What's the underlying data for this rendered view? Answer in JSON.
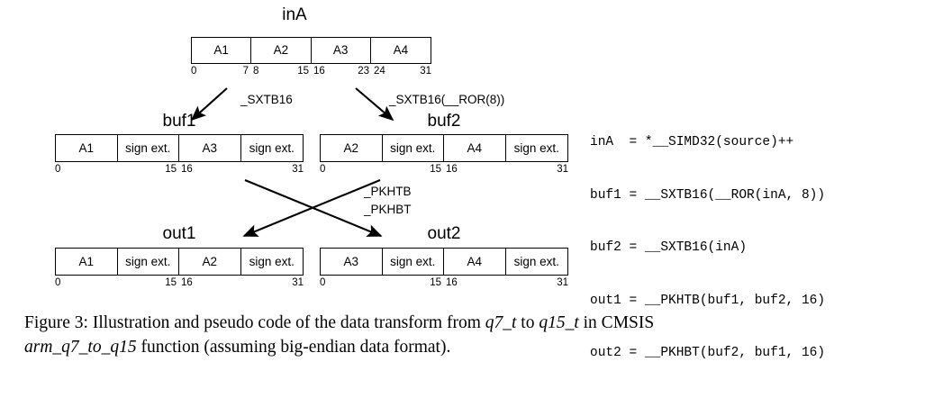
{
  "figure": {
    "registers": [
      {
        "id": "inA",
        "label": "inA",
        "cells": [
          "A1",
          "A2",
          "A3",
          "A4"
        ],
        "ticks": [
          "0",
          "7",
          "8",
          "15",
          "16",
          "23",
          "24",
          "31"
        ]
      },
      {
        "id": "buf1",
        "label": "buf1",
        "cells": [
          "A1",
          "sign ext.",
          "A3",
          "sign ext."
        ],
        "ticks": [
          "0",
          "15",
          "16",
          "31"
        ]
      },
      {
        "id": "buf2",
        "label": "buf2",
        "cells": [
          "A2",
          "sign ext.",
          "A4",
          "sign ext."
        ],
        "ticks": [
          "0",
          "15",
          "16",
          "31"
        ]
      },
      {
        "id": "out1",
        "label": "out1",
        "cells": [
          "A1",
          "sign ext.",
          "A2",
          "sign ext."
        ],
        "ticks": [
          "0",
          "15",
          "16",
          "31"
        ]
      },
      {
        "id": "out2",
        "label": "out2",
        "cells": [
          "A3",
          "sign ext.",
          "A4",
          "sign ext."
        ],
        "ticks": [
          "0",
          "15",
          "16",
          "31"
        ]
      }
    ],
    "arrow_labels": {
      "sxtb16": "_SXTB16",
      "sxtb16_ror": "_SXTB16(__ROR(8))",
      "pkhtb": "_PKHTB",
      "pkhbt": "_PKHBT"
    }
  },
  "code": {
    "lines": [
      "inA  = *__SIMD32(source)++",
      "buf1 = __SXTB16(__ROR(inA, 8))",
      "buf2 = __SXTB16(inA)",
      "out1 = __PKHTB(buf1, buf2, 16)",
      "out2 = __PKHBT(buf2, buf1, 16)"
    ]
  },
  "caption": {
    "line1_a": "Figure 3:  Illustration  and  pseudo  code  of  the  data  transform  from ",
    "line1_math1": "q7_t",
    "line1_b": " to ",
    "line1_math2": "q15_t",
    "line1_c": " in  CMSIS",
    "line2_math": "arm_q7_to_q15",
    "line2_b": " function (assuming big-endian data format)."
  }
}
